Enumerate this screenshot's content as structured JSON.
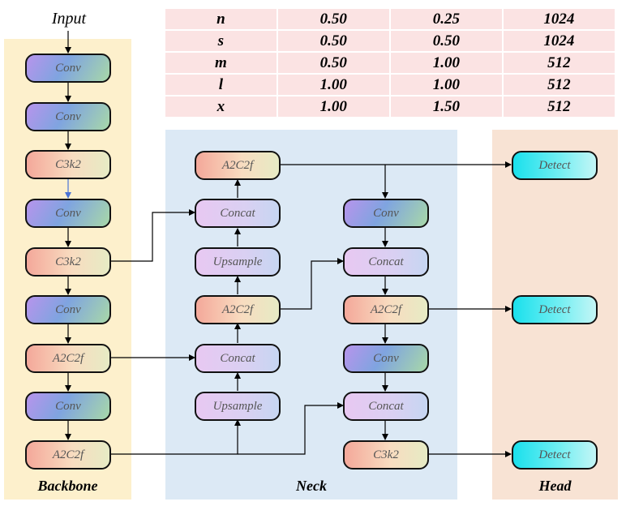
{
  "input_label": "Input",
  "panels": {
    "backbone": "Backbone",
    "neck": "Neck",
    "head": "Head"
  },
  "scale_table": [
    [
      "n",
      "0.50",
      "0.25",
      "1024"
    ],
    [
      "s",
      "0.50",
      "0.50",
      "1024"
    ],
    [
      "m",
      "0.50",
      "1.00",
      "512"
    ],
    [
      "l",
      "1.00",
      "1.00",
      "512"
    ],
    [
      "x",
      "1.00",
      "1.50",
      "512"
    ]
  ],
  "backbone_nodes": [
    "Conv",
    "Conv",
    "C3k2",
    "Conv",
    "C3k2",
    "Conv",
    "A2C2f",
    "Conv",
    "A2C2f"
  ],
  "neck_left_nodes": [
    "A2C2f",
    "Concat",
    "Upsample",
    "A2C2f",
    "Concat",
    "Upsample"
  ],
  "neck_right_nodes": [
    "Conv",
    "Concat",
    "A2C2f",
    "Conv",
    "Concat",
    "C3k2"
  ],
  "head_nodes": [
    "Detect",
    "Detect",
    "Detect"
  ],
  "colors": {
    "backbone_bg": "#fdf0cc",
    "neck_bg": "#dce9f5",
    "head_bg": "#f8e3d4",
    "table_bg": "#fbe3e3",
    "accent_arrow": "#4a73d6"
  }
}
